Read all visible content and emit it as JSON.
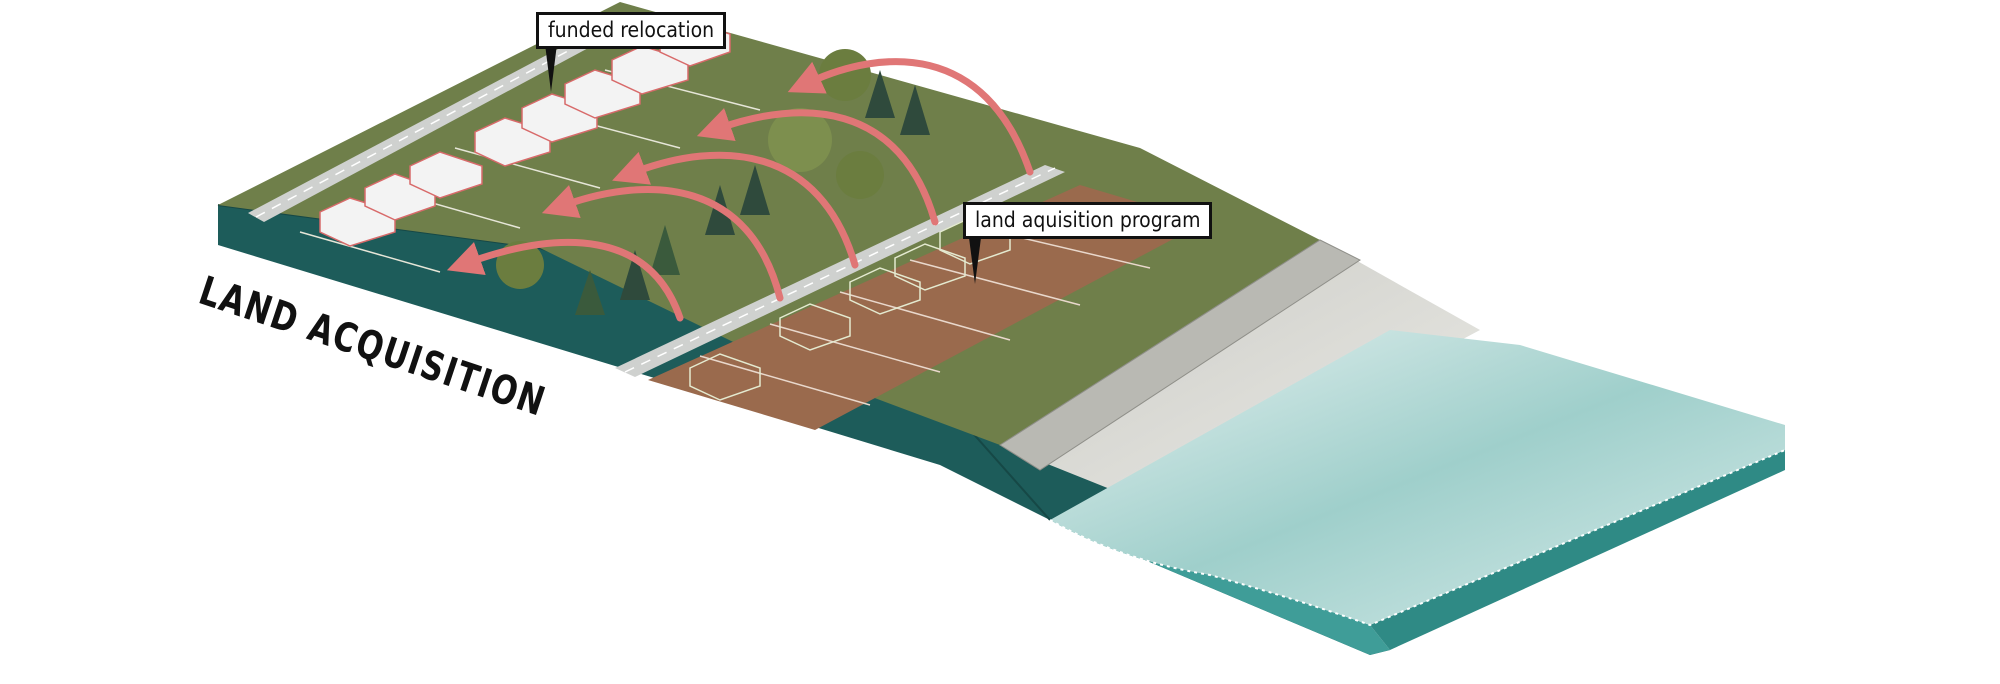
{
  "title": "LAND ACQUISITION",
  "callouts": {
    "relocation": "funded relocation",
    "program": "land aquisition program"
  },
  "colors": {
    "grass": "#6f7f4a",
    "soil": "#9a6a4d",
    "road": "#cfd1cf",
    "earth_section": "#1d5c5a",
    "water": "#a9d2cf",
    "water_section": "#3f9d98",
    "house": "#f3f3f3",
    "house_outline": "#d86a6a",
    "arrow": "#e07676",
    "tree": "#6b7d3f",
    "conifer": "#2f4a3c"
  }
}
